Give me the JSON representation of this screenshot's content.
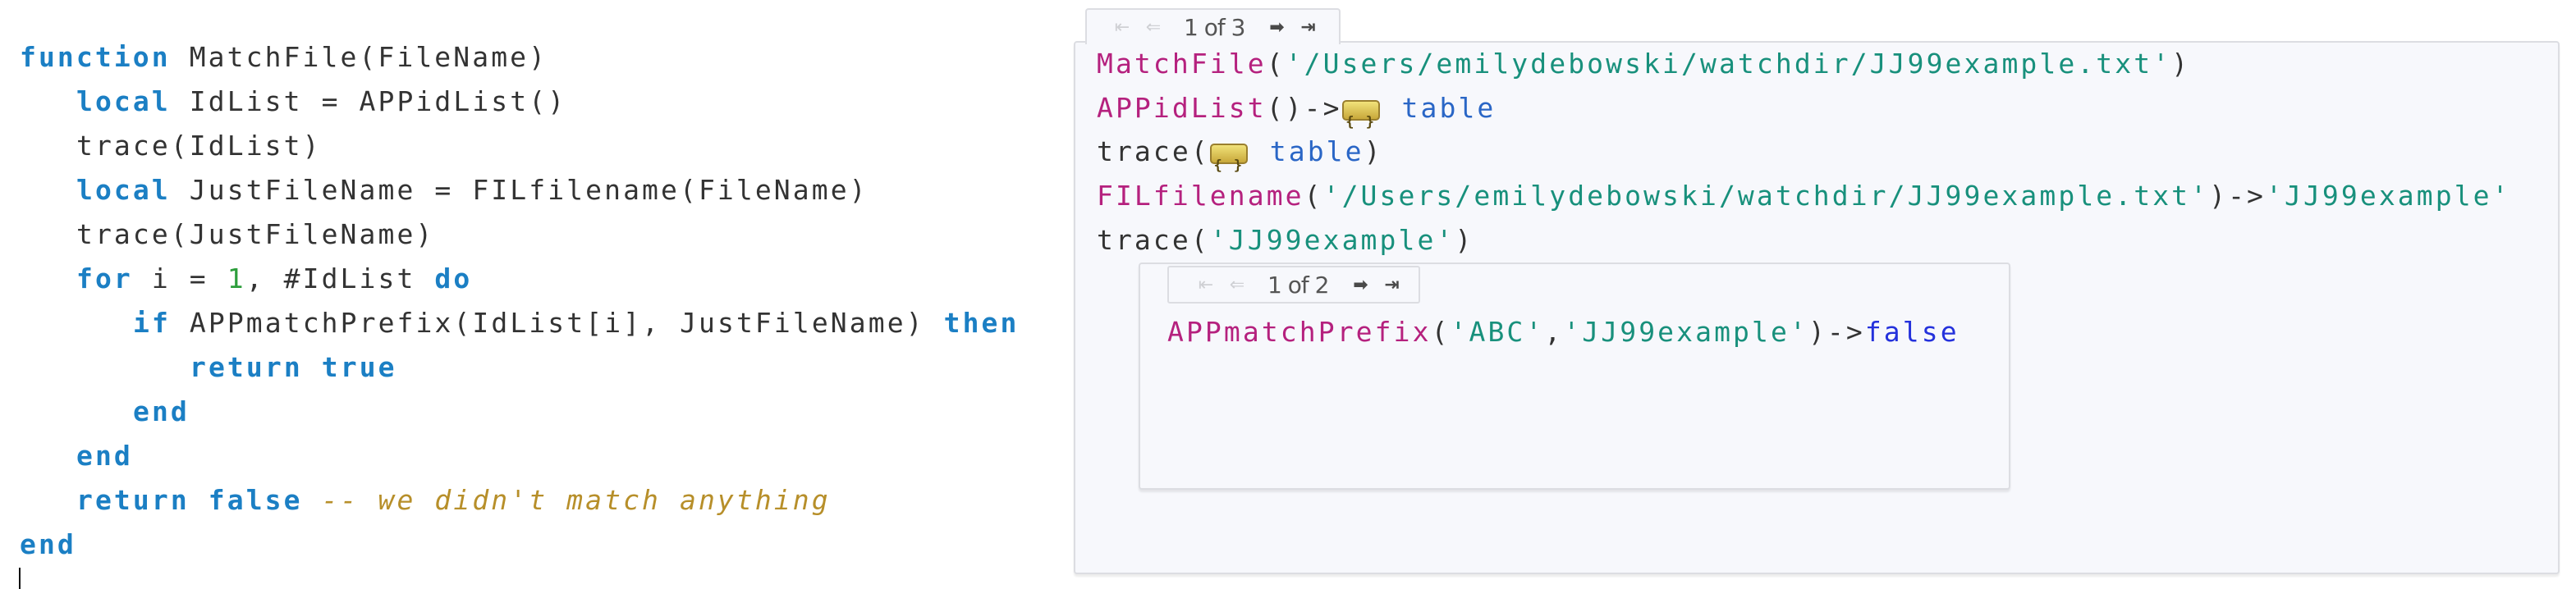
{
  "colors": {
    "keyword": "#1b7fc4",
    "identifier": "#333333",
    "number": "#2d9e3c",
    "comment": "#b78f2a",
    "function_call": "#b5217e",
    "string": "#18907c",
    "type": "#2a66c6",
    "boolean": "#2431dc",
    "panel_background": "#f7f8fc",
    "panel_border": "#dcdde2"
  },
  "editor": {
    "lines": [
      {
        "indent": 0,
        "tokens": [
          {
            "t": "function",
            "k": "kw"
          },
          {
            "t": " MatchFile(FileName)",
            "k": "id"
          }
        ]
      },
      {
        "indent": 1,
        "tokens": [
          {
            "t": "local",
            "k": "kw"
          },
          {
            "t": " IdList = APPidList()",
            "k": "id"
          }
        ]
      },
      {
        "indent": 1,
        "tokens": [
          {
            "t": "trace(IdList)",
            "k": "id"
          }
        ]
      },
      {
        "indent": 1,
        "tokens": [
          {
            "t": "local",
            "k": "kw"
          },
          {
            "t": " JustFileName = FILfilename(FileName)",
            "k": "id"
          }
        ]
      },
      {
        "indent": 1,
        "tokens": [
          {
            "t": "trace(JustFileName)",
            "k": "id"
          }
        ]
      },
      {
        "indent": 1,
        "tokens": [
          {
            "t": "for",
            "k": "kw"
          },
          {
            "t": " i = ",
            "k": "id"
          },
          {
            "t": "1",
            "k": "num"
          },
          {
            "t": ", #IdList ",
            "k": "id"
          },
          {
            "t": "do",
            "k": "kw"
          }
        ]
      },
      {
        "indent": 2,
        "tokens": [
          {
            "t": "if",
            "k": "kw"
          },
          {
            "t": " APPmatchPrefix(IdList[i], JustFileName) ",
            "k": "id"
          },
          {
            "t": "then",
            "k": "kw"
          }
        ]
      },
      {
        "indent": 3,
        "tokens": [
          {
            "t": "return",
            "k": "kw"
          },
          {
            "t": " ",
            "k": "id"
          },
          {
            "t": "true",
            "k": "kw"
          }
        ]
      },
      {
        "indent": 2,
        "tokens": [
          {
            "t": "end",
            "k": "kw"
          }
        ]
      },
      {
        "indent": 1,
        "tokens": [
          {
            "t": "end",
            "k": "kw"
          }
        ]
      },
      {
        "indent": 1,
        "tokens": [
          {
            "t": "return",
            "k": "kw"
          },
          {
            "t": " ",
            "k": "id"
          },
          {
            "t": "false",
            "k": "kw"
          },
          {
            "t": " -- we didn't match anything",
            "k": "cm"
          }
        ]
      },
      {
        "indent": 0,
        "tokens": [
          {
            "t": "end",
            "k": "kw"
          }
        ]
      }
    ]
  },
  "annotation": {
    "nav": {
      "first_icon": "first-page-icon",
      "prev_icon": "previous-icon",
      "count": "1 of 3",
      "next_icon": "next-icon",
      "last_icon": "last-page-icon"
    },
    "lines": [
      {
        "tokens": [
          {
            "t": "MatchFile",
            "k": "fn"
          },
          {
            "t": "(",
            "k": "punc"
          },
          {
            "t": "'/Users/emilydebowski/watchdir/JJ99example.txt'",
            "k": "str"
          },
          {
            "t": ")",
            "k": "punc"
          }
        ]
      },
      {
        "tokens": [
          {
            "t": "APPidList",
            "k": "fn"
          },
          {
            "t": "()->",
            "k": "punc"
          },
          {
            "icon": "table-icon"
          },
          {
            "t": " table",
            "k": "typ"
          }
        ]
      },
      {
        "tokens": [
          {
            "t": "trace(",
            "k": "punc"
          },
          {
            "icon": "table-icon"
          },
          {
            "t": " table",
            "k": "typ"
          },
          {
            "t": ")",
            "k": "punc"
          }
        ]
      },
      {
        "tokens": [
          {
            "t": "FILfilename",
            "k": "fn"
          },
          {
            "t": "(",
            "k": "punc"
          },
          {
            "t": "'/Users/emilydebowski/watchdir/JJ99example.txt'",
            "k": "str"
          },
          {
            "t": ")->",
            "k": "punc"
          },
          {
            "t": "'JJ99example'",
            "k": "str"
          }
        ]
      },
      {
        "tokens": [
          {
            "t": "trace(",
            "k": "punc"
          },
          {
            "t": "'JJ99example'",
            "k": "str"
          },
          {
            "t": ")",
            "k": "punc"
          }
        ]
      }
    ],
    "loop": {
      "nav": {
        "first_icon": "first-page-icon",
        "prev_icon": "previous-icon",
        "count": "1 of 2",
        "next_icon": "next-icon",
        "last_icon": "last-page-icon"
      },
      "lines": [
        {
          "tokens": [
            {
              "t": "APPmatchPrefix",
              "k": "fn"
            },
            {
              "t": "(",
              "k": "punc"
            },
            {
              "t": "'ABC'",
              "k": "str"
            },
            {
              "t": ",",
              "k": "punc"
            },
            {
              "t": "'JJ99example'",
              "k": "str"
            },
            {
              "t": ")->",
              "k": "punc"
            },
            {
              "t": "false",
              "k": "bool"
            }
          ]
        }
      ]
    }
  }
}
